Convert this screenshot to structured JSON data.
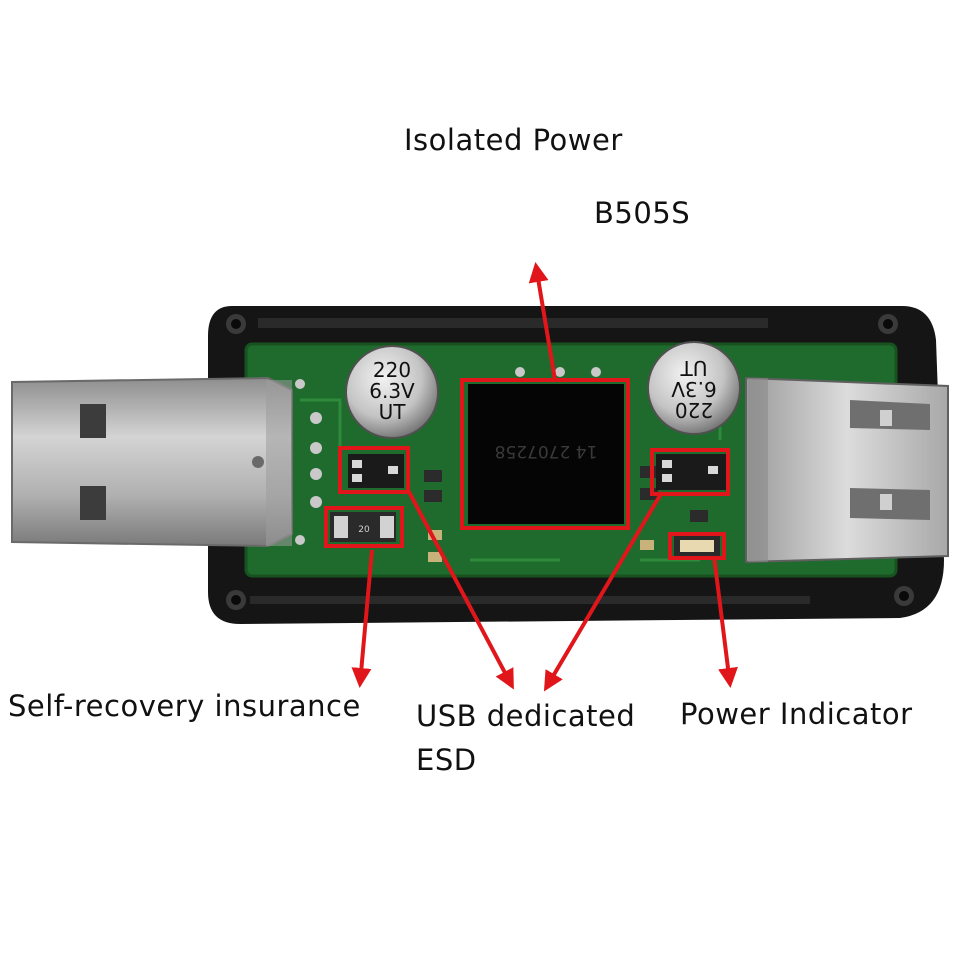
{
  "labels": {
    "isolated_power": "Isolated Power",
    "b505s": "B505S",
    "self_recovery": "Self-recovery insurance",
    "usb_dedicated": "USB dedicated",
    "esd": "ESD",
    "power_indicator": "Power Indicator"
  },
  "components": {
    "capacitor_left": [
      "220",
      "6.3V",
      "UT"
    ],
    "capacitor_right": [
      "220",
      "6.3V",
      "UT"
    ],
    "chip_marking": "14 2707258",
    "fuse_marking": "20"
  },
  "colors": {
    "annotation": "#e0161b",
    "pcb": "#1f6b2d",
    "case": "#151515",
    "metal": "#b9b9b9"
  }
}
